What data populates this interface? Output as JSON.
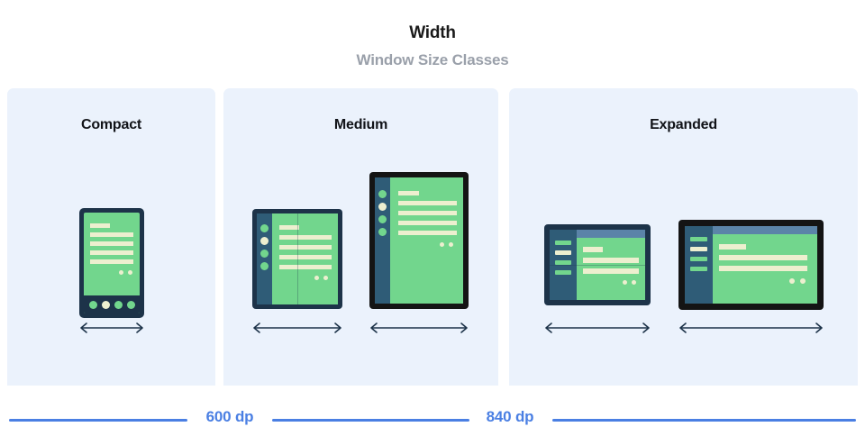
{
  "header": {
    "title": "Width",
    "subtitle": "Window Size Classes"
  },
  "panels": [
    {
      "id": "compact",
      "label": "Compact"
    },
    {
      "id": "medium",
      "label": "Medium"
    },
    {
      "id": "expanded",
      "label": "Expanded"
    }
  ],
  "breakpoints": [
    {
      "label": "600 dp"
    },
    {
      "label": "840 dp"
    }
  ],
  "colors": {
    "panel_background": "#ebf2fc",
    "page_background": "#ffffff",
    "device_frame_navy": "#1d3349",
    "device_frame_black": "#141414",
    "screen_green": "#72d68d",
    "content_cream": "#edefcf",
    "nav_rail_blue": "#2f5c77",
    "top_bar_blue": "#5b84a8",
    "accent_blue": "#4a7fe3",
    "title_text": "#1a1a1a",
    "subtitle_text": "#9aa0aa",
    "arrow_stroke": "#1d3349"
  },
  "devices": [
    {
      "name": "phone-portrait",
      "panel": "compact",
      "frame": "navy",
      "orientation": "portrait",
      "has_nav_bar": true,
      "has_nav_rail": false,
      "has_top_bar": false,
      "fold": "none",
      "nav_items": 4,
      "active_nav_index": 2
    },
    {
      "name": "foldable-portrait-unfolded",
      "panel": "medium",
      "frame": "navy",
      "orientation": "portrait",
      "has_nav_bar": false,
      "has_nav_rail": true,
      "has_top_bar": false,
      "fold": "vertical",
      "nav_items": 4,
      "active_nav_index": 2
    },
    {
      "name": "tablet-portrait",
      "panel": "medium",
      "frame": "black",
      "orientation": "portrait",
      "has_nav_bar": false,
      "has_nav_rail": true,
      "has_top_bar": false,
      "fold": "none",
      "nav_items": 4,
      "active_nav_index": 2
    },
    {
      "name": "foldable-landscape",
      "panel": "expanded",
      "frame": "navy",
      "orientation": "landscape",
      "has_nav_bar": false,
      "has_nav_rail": true,
      "has_top_bar": true,
      "fold": "horizontal",
      "nav_items": 4,
      "active_nav_index": 2
    },
    {
      "name": "tablet-landscape",
      "panel": "expanded",
      "frame": "black",
      "orientation": "landscape",
      "has_nav_bar": false,
      "has_nav_rail": true,
      "has_top_bar": true,
      "fold": "none",
      "nav_items": 4,
      "active_nav_index": 2
    }
  ],
  "width_arrows": [
    {
      "device": "phone-portrait"
    },
    {
      "device": "foldable-portrait-unfolded"
    },
    {
      "device": "tablet-portrait"
    },
    {
      "device": "foldable-landscape"
    },
    {
      "device": "tablet-landscape"
    }
  ]
}
